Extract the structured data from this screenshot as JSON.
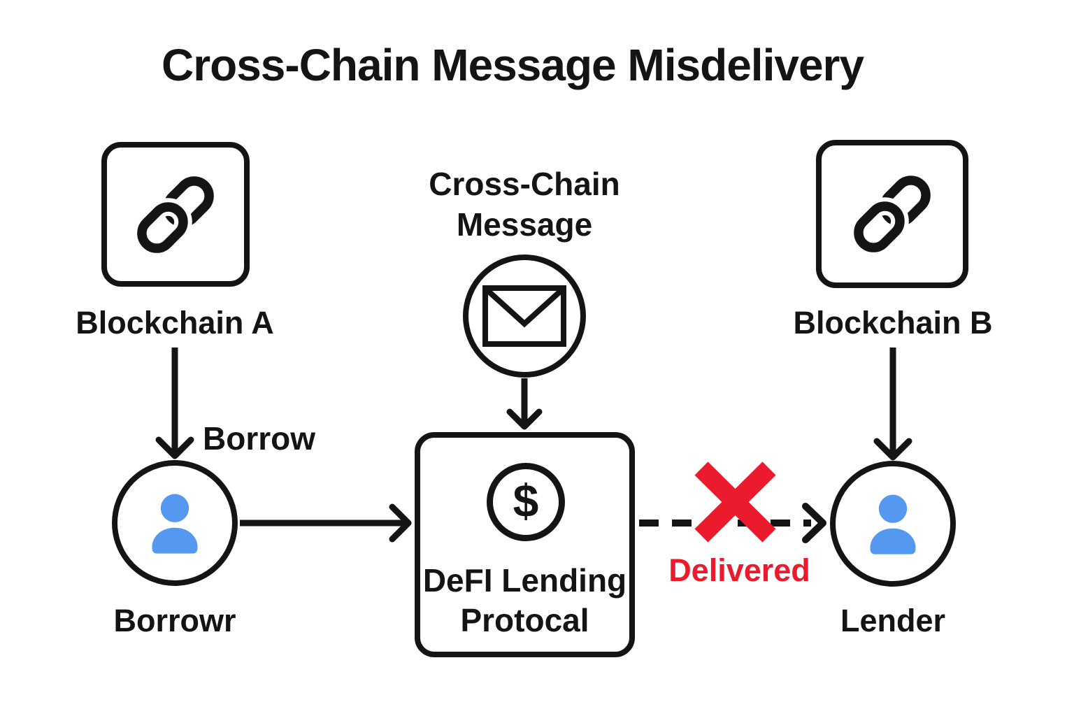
{
  "title": "Cross-Chain Message Misdelivery",
  "colors": {
    "ink": "#141414",
    "person_blue": "#5598F0",
    "error_red": "#EB1B2D"
  },
  "nodes": {
    "blockchain_a": {
      "label": "Blockchain A"
    },
    "blockchain_b": {
      "label": "Blockchain B"
    },
    "message": {
      "label_line1": "Cross-Chain",
      "label_line2": "Message"
    },
    "protocol": {
      "label_line1": "DeFI Lending",
      "label_line2": "Protocal",
      "dollar_glyph": "$"
    },
    "borrower": {
      "label": "Borrowr"
    },
    "lender": {
      "label": "Lender"
    }
  },
  "edges": {
    "borrow_label": "Borrow",
    "delivered_label": "Delivered"
  }
}
